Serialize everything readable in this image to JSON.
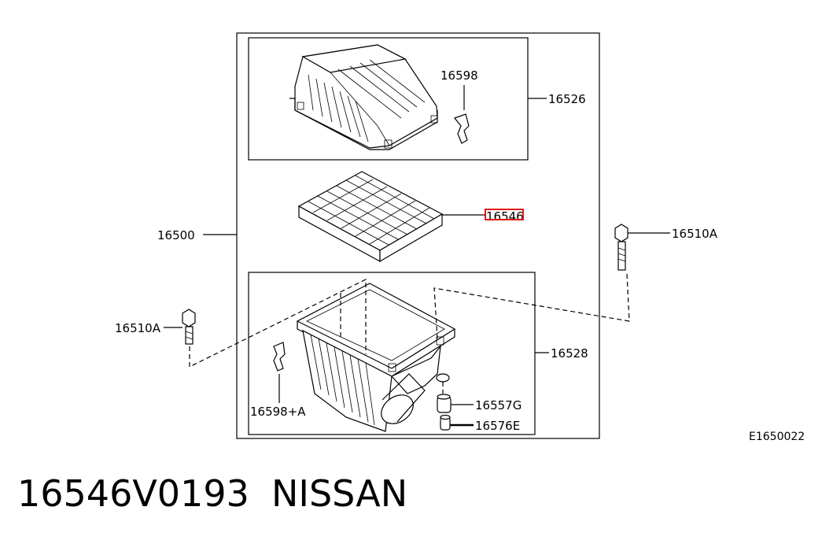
{
  "diagram": {
    "callouts": {
      "p16598": "16598",
      "p16526": "16526",
      "p16546": "16546",
      "p16500": "16500",
      "p16510A_right": "16510A",
      "p16510A_left": "16510A",
      "p16528": "16528",
      "p16598A": "16598+A",
      "p16557G": "16557G",
      "p16576E": "16576E"
    },
    "figure_code": "E1650022",
    "highlight_color": "#e00000"
  },
  "footer": {
    "part_number": "16546V0193",
    "brand": "NISSAN"
  }
}
